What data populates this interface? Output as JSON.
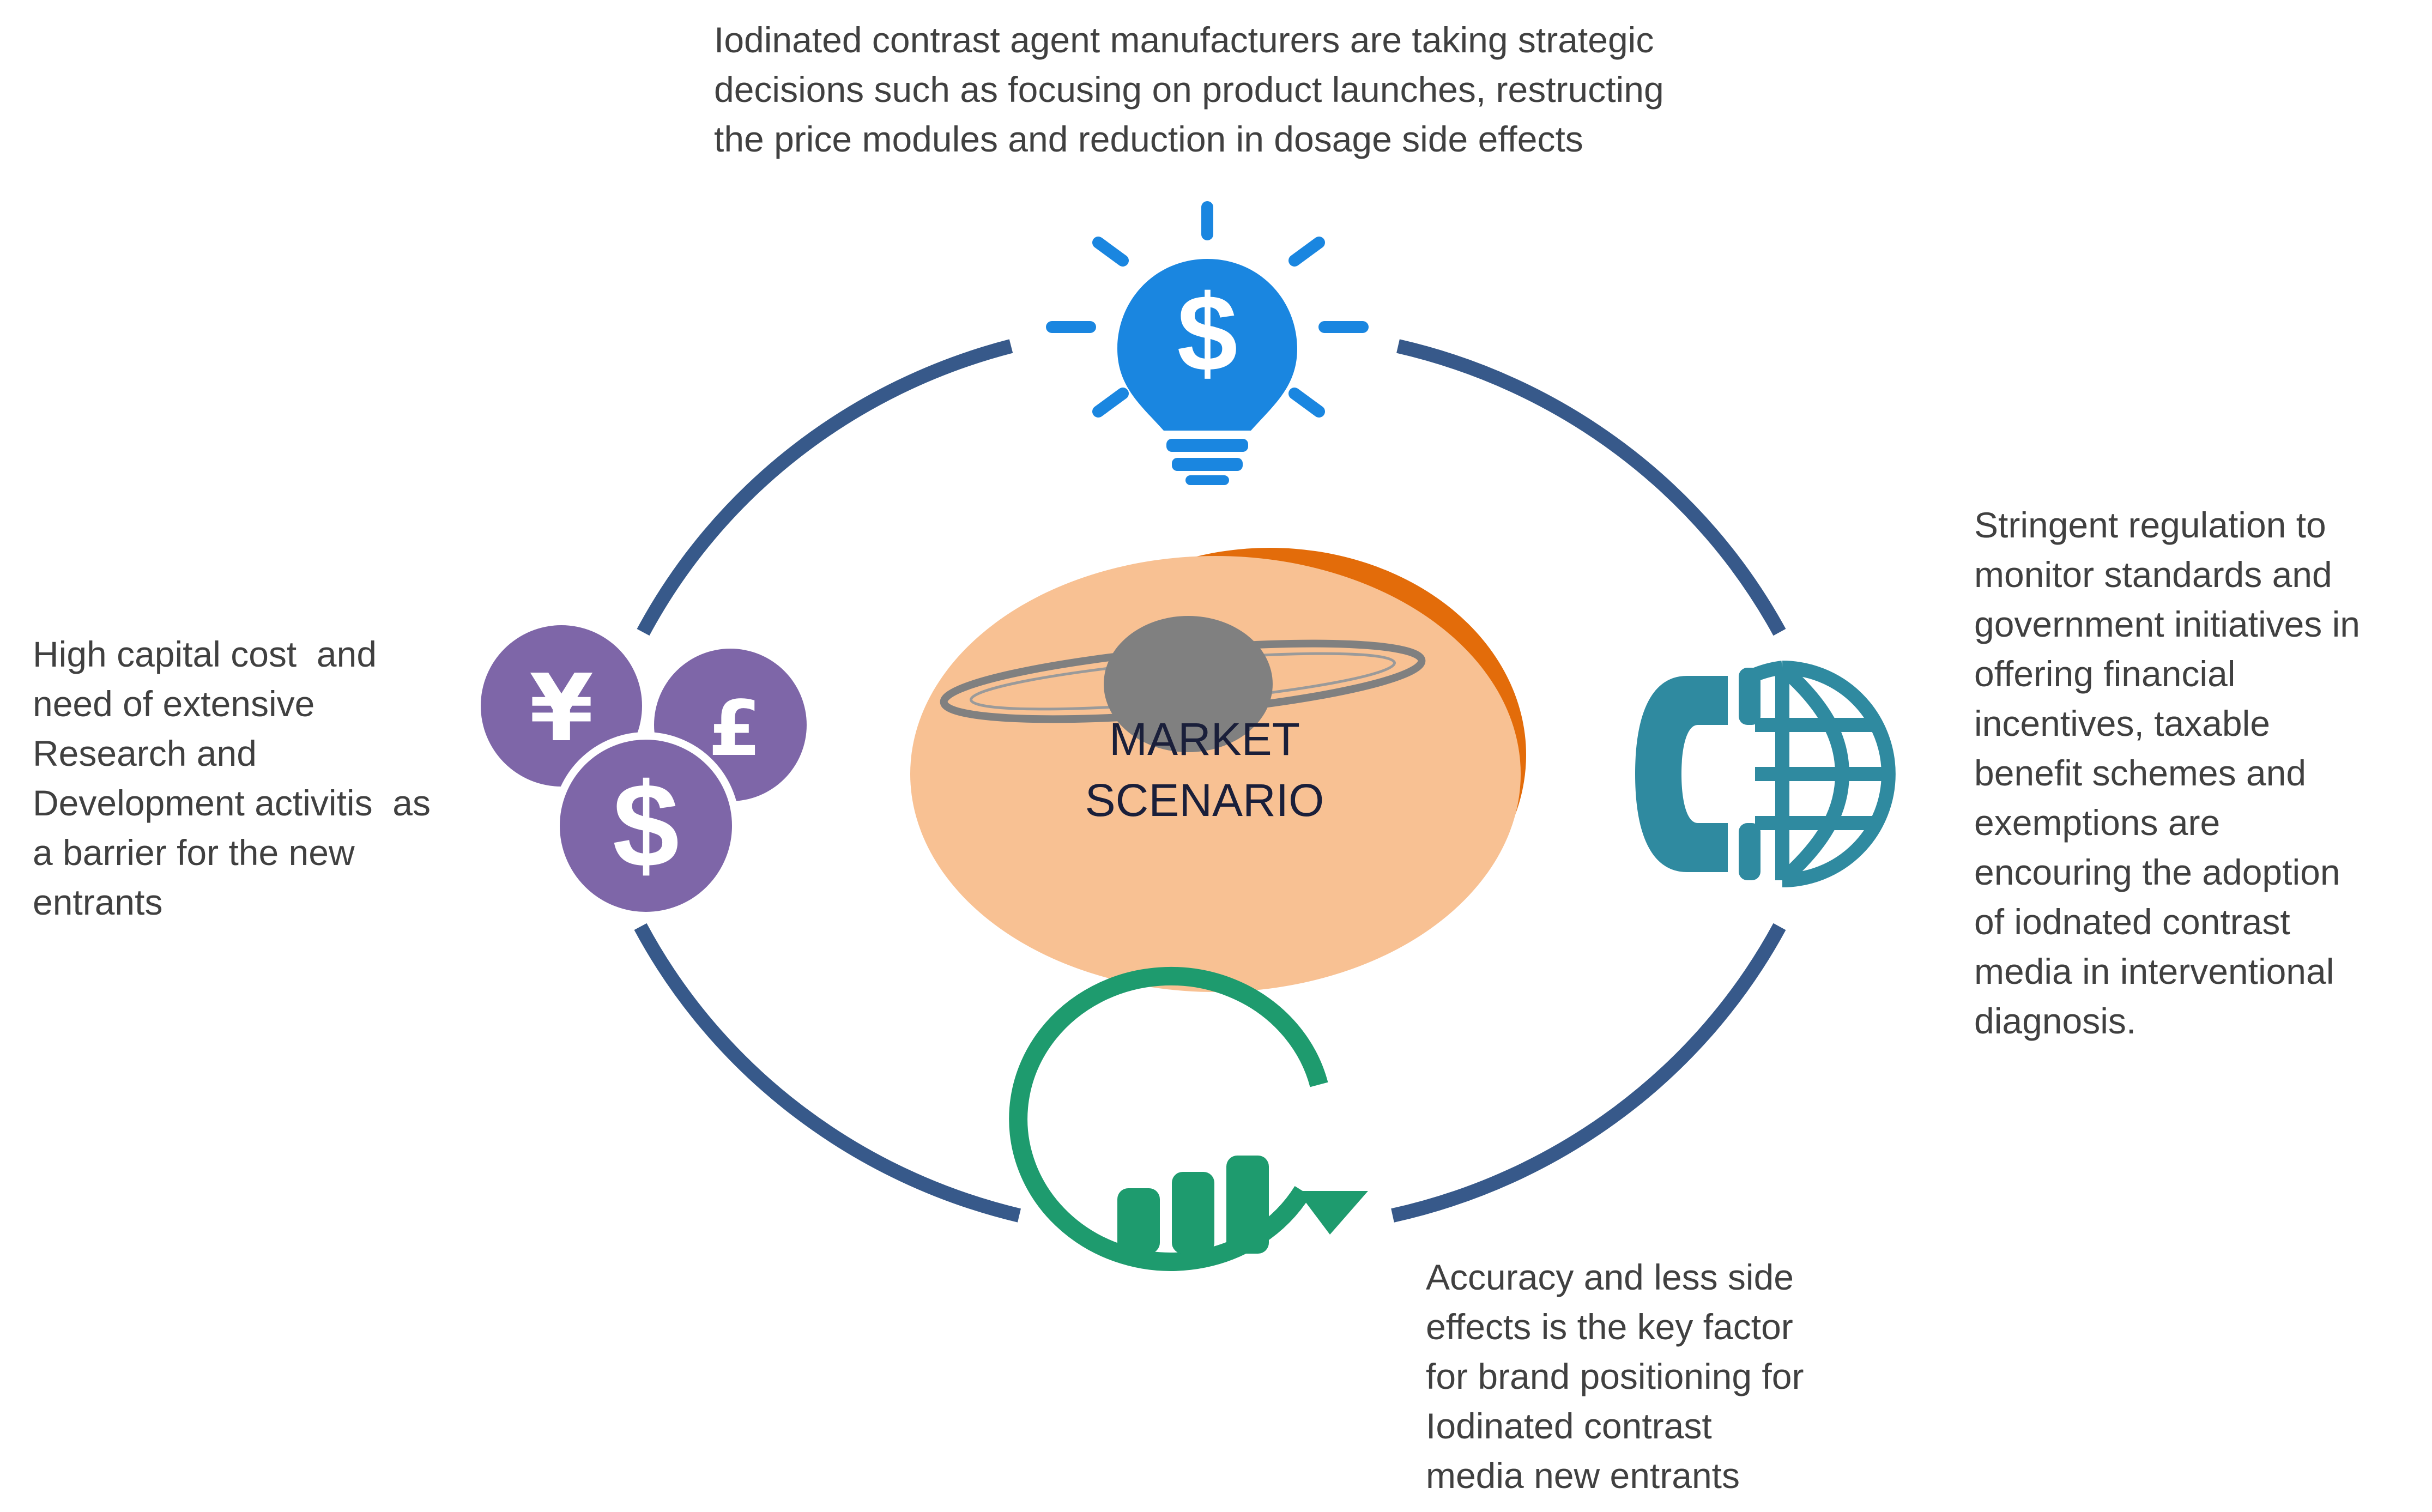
{
  "center": {
    "line1": "MARKET",
    "line2": "SCENARIO"
  },
  "captions": {
    "top": [
      "Iodinated contrast agent manufacturers are taking strategic",
      "decisions such as focusing on product launches, restructing",
      "the price modules and reduction in dosage side effects"
    ],
    "left": [
      "High capital cost  and",
      "need of extensive",
      "Research and",
      "Development activitis  as",
      "a barrier for the new",
      "entrants"
    ],
    "right": [
      "Stringent regulation to",
      "monitor standards and",
      "government initiatives in",
      "offering financial",
      "incentives, taxable",
      "benefit schemes and",
      "exemptions are",
      "encouring the adoption",
      "of iodnated contrast",
      "media in interventional",
      "diagnosis."
    ],
    "bottom": [
      "Accuracy and less side",
      "effects is the key factor",
      "for brand positioning for",
      "Iodinated contrast",
      "media new entrants"
    ]
  },
  "icons": {
    "top": "lightbulb-dollar-icon",
    "left": "currency-coins-icon",
    "right": "globe-phone-icon",
    "bottom": "bar-chart-cycle-icon",
    "center": "planet-ring-icon"
  },
  "colors": {
    "ring": "#37598a",
    "bulb": "#1a86e0",
    "coins": "#7e66a8",
    "globe": "#2f8aa0",
    "chart": "#1e9b6e",
    "center_fill": "#f8c193",
    "center_shadow": "#e36c0a",
    "planet": "#808080",
    "text": "#404040"
  }
}
